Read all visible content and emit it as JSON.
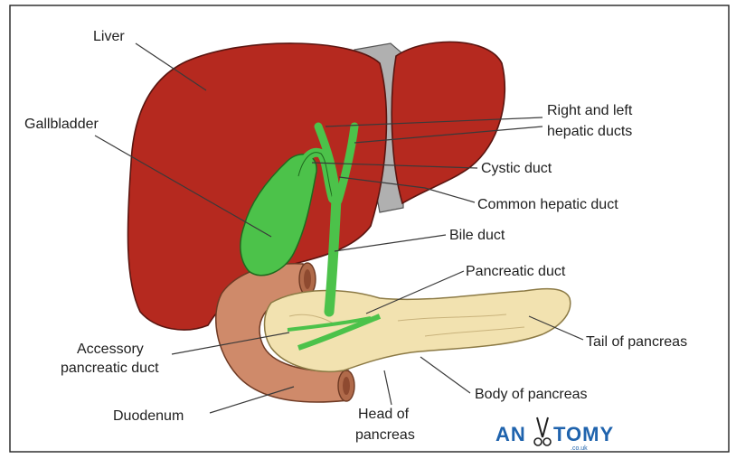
{
  "labels": {
    "liver": "Liver",
    "gallbladder": "Gallbladder",
    "hepatic_ducts_line1": "Right and left",
    "hepatic_ducts_line2": "hepatic ducts",
    "cystic_duct": "Cystic duct",
    "common_hepatic_duct": "Common hepatic duct",
    "bile_duct": "Bile duct",
    "pancreatic_duct": "Pancreatic duct",
    "accessory_line1": "Accessory",
    "accessory_line2": "pancreatic duct",
    "tail_of_pancreas": "Tail of pancreas",
    "body_of_pancreas": "Body of pancreas",
    "duodenum": "Duodenum",
    "head_line1": "Head of",
    "head_line2": "pancreas"
  },
  "logo": {
    "part1": "AN",
    "part2": "TOMY",
    "sub": ".co.uk"
  },
  "colors": {
    "liver": "#b5291f",
    "gallbladder": "#4cc24a",
    "pancreas": "#f2e2b0",
    "duodenum": "#cf8a6a",
    "ligament": "#b0b0b0",
    "logo": "#1f63ad"
  }
}
